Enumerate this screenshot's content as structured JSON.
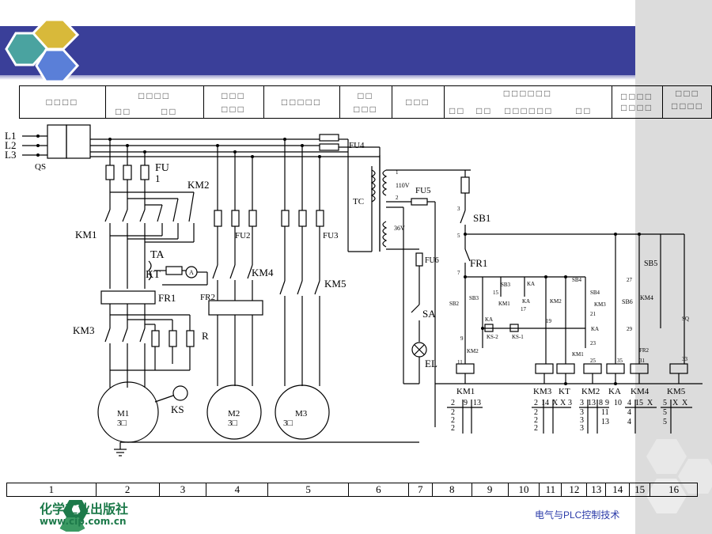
{
  "header_labels": [
    "□□□□",
    "□□□□",
    "□□",
    "□□",
    "□□□",
    "□□□",
    "□□□□□",
    "□□",
    "□□□",
    "□□□",
    "□□□□□□",
    "□□",
    "□□",
    "□□□□□□",
    "□□",
    "□□□□",
    "□□□□",
    "□□□",
    "□□□□"
  ],
  "power": {
    "phases": [
      "L1",
      "L2",
      "L3"
    ],
    "switch": "QS",
    "fu1": "FU",
    "fu1_num": "1",
    "fu2": "FU2",
    "fu3": "FU3",
    "fu4": "FU4",
    "km1": "KM1",
    "km2": "KM2",
    "km3": "KM3",
    "km4": "KM4",
    "km5": "KM5",
    "ta": "TA",
    "kt": "KT",
    "ammeter": "A",
    "fr1": "FR1",
    "fr2": "FR2",
    "r": "R",
    "ks": "KS",
    "m1": "M1",
    "m2": "M2",
    "m3": "M3",
    "m_phase": "3□"
  },
  "control": {
    "tc": "TC",
    "v110": "110V",
    "v36": "36V",
    "fu5": "FU5",
    "fu6": "FU6",
    "sa": "SA",
    "el": "EL",
    "sb1": "SB1",
    "sb2": "SB2",
    "sb3": "SB3",
    "sb4": "SB4",
    "sb5": "SB5",
    "sb6": "SB6",
    "fr1": "FR1",
    "fr2": "FR2",
    "ka": "KA",
    "km1": "KM1",
    "km2": "KM2",
    "km3": "KM3",
    "km4": "KM4",
    "ks1": "KS-1",
    "ks2": "KS-2",
    "sq": "SQ",
    "node_labels": [
      "1",
      "2",
      "3",
      "5",
      "7",
      "9",
      "11",
      "15",
      "17",
      "19",
      "21",
      "23",
      "25",
      "27",
      "29",
      "31",
      "33",
      "35"
    ],
    "coil_labels": [
      "KM1",
      "KM3",
      "KT",
      "KM2",
      "KA",
      "KM4",
      "KM5"
    ],
    "contact_index": {
      "km1": [
        "2",
        "9",
        "13"
      ],
      "km1_rows": [
        "2",
        "2",
        "2"
      ],
      "km3": [
        "2",
        "14",
        "X"
      ],
      "km3_rows": [
        "2",
        "2",
        "2"
      ],
      "kt": [
        "X",
        "3"
      ],
      "km2": [
        "3",
        "13"
      ],
      "km2_rows": [
        "3",
        "3",
        "3"
      ],
      "ka": [
        "8",
        "9",
        "10"
      ],
      "ka_rows": [
        "11",
        "13"
      ],
      "km4": [
        "4",
        "15",
        "X"
      ],
      "km4_rows": [
        "4",
        "4"
      ],
      "km5": [
        "5",
        "X",
        "X"
      ],
      "km5_rows": [
        "5",
        "5"
      ]
    }
  },
  "columns": [
    "1",
    "2",
    "3",
    "4",
    "5",
    "6",
    "7",
    "8",
    "9",
    "10",
    "11",
    "12",
    "13",
    "14",
    "15",
    "16"
  ],
  "footer": {
    "publisher": "化学工业出版社",
    "url": "www.cip.com.cn",
    "subject": "电气与PLC控制技术"
  },
  "colors": {
    "title_band": "#3a3f99",
    "hex_yellow": "#d8b93a",
    "hex_teal": "#4aa3a0",
    "hex_blue": "#5a7fd8",
    "logo_green": "#1d7a4a",
    "subject_blue": "#2a3aa8"
  }
}
